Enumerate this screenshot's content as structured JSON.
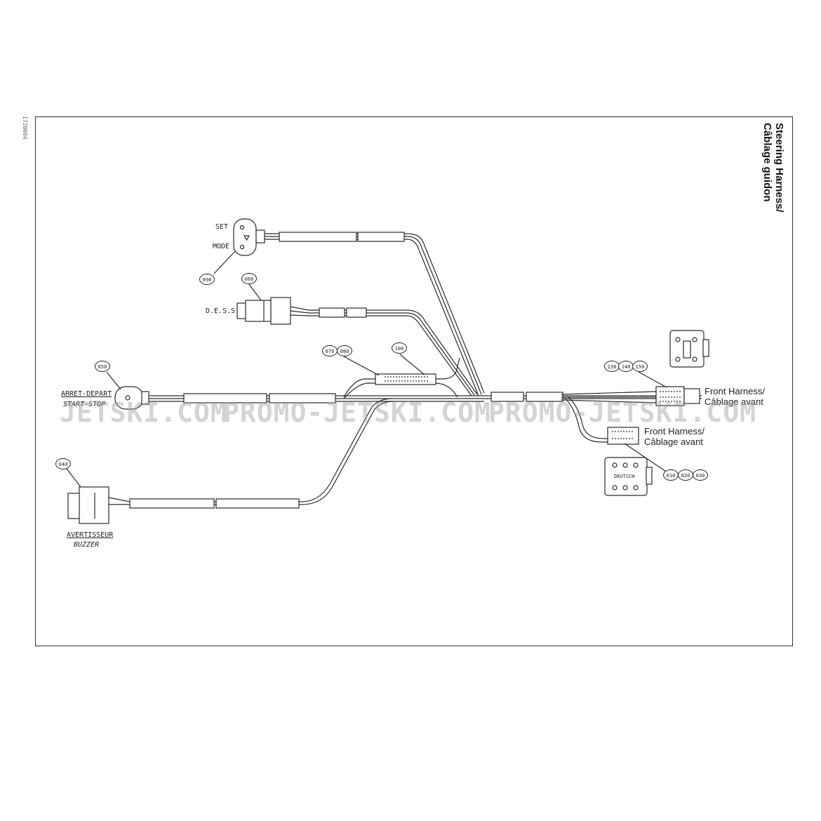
{
  "doc_id": "1720004",
  "title": {
    "line1": "Steering Harness/",
    "line2": "Câblage guidon"
  },
  "labels": {
    "set": "SET",
    "mode": "MODE",
    "dess": "D.E.S.S.",
    "arret_depart": "ARRET-DEPART",
    "start_stop": "START-STOP",
    "avertisseur": "AVERTISSEUR",
    "buzzer": "BUZZER",
    "deutsch": "DEUTSCH",
    "front_harness_1_line1": "Front Harness/",
    "front_harness_1_line2": "Câblage avant",
    "front_harness_2_line1": "Front Harness/",
    "front_harness_2_line2": "Câblage avant"
  },
  "callouts": {
    "c090": "090",
    "c060": "060",
    "c070": "070",
    "c080": "080",
    "c100": "100",
    "c050": "050",
    "c040": "040",
    "c130": "130",
    "c140": "140",
    "c150": "150",
    "c010": "010",
    "c020": "020",
    "c030": "030"
  },
  "watermark": {
    "w1": "JETSKI.COM",
    "w2": "PROMO-JETSKI.COM",
    "w3": "PROMO-JETSKI.COM"
  },
  "colors": {
    "line": "#2a2a2a",
    "frame": "#333333",
    "watermark": "#a0a0a0"
  }
}
